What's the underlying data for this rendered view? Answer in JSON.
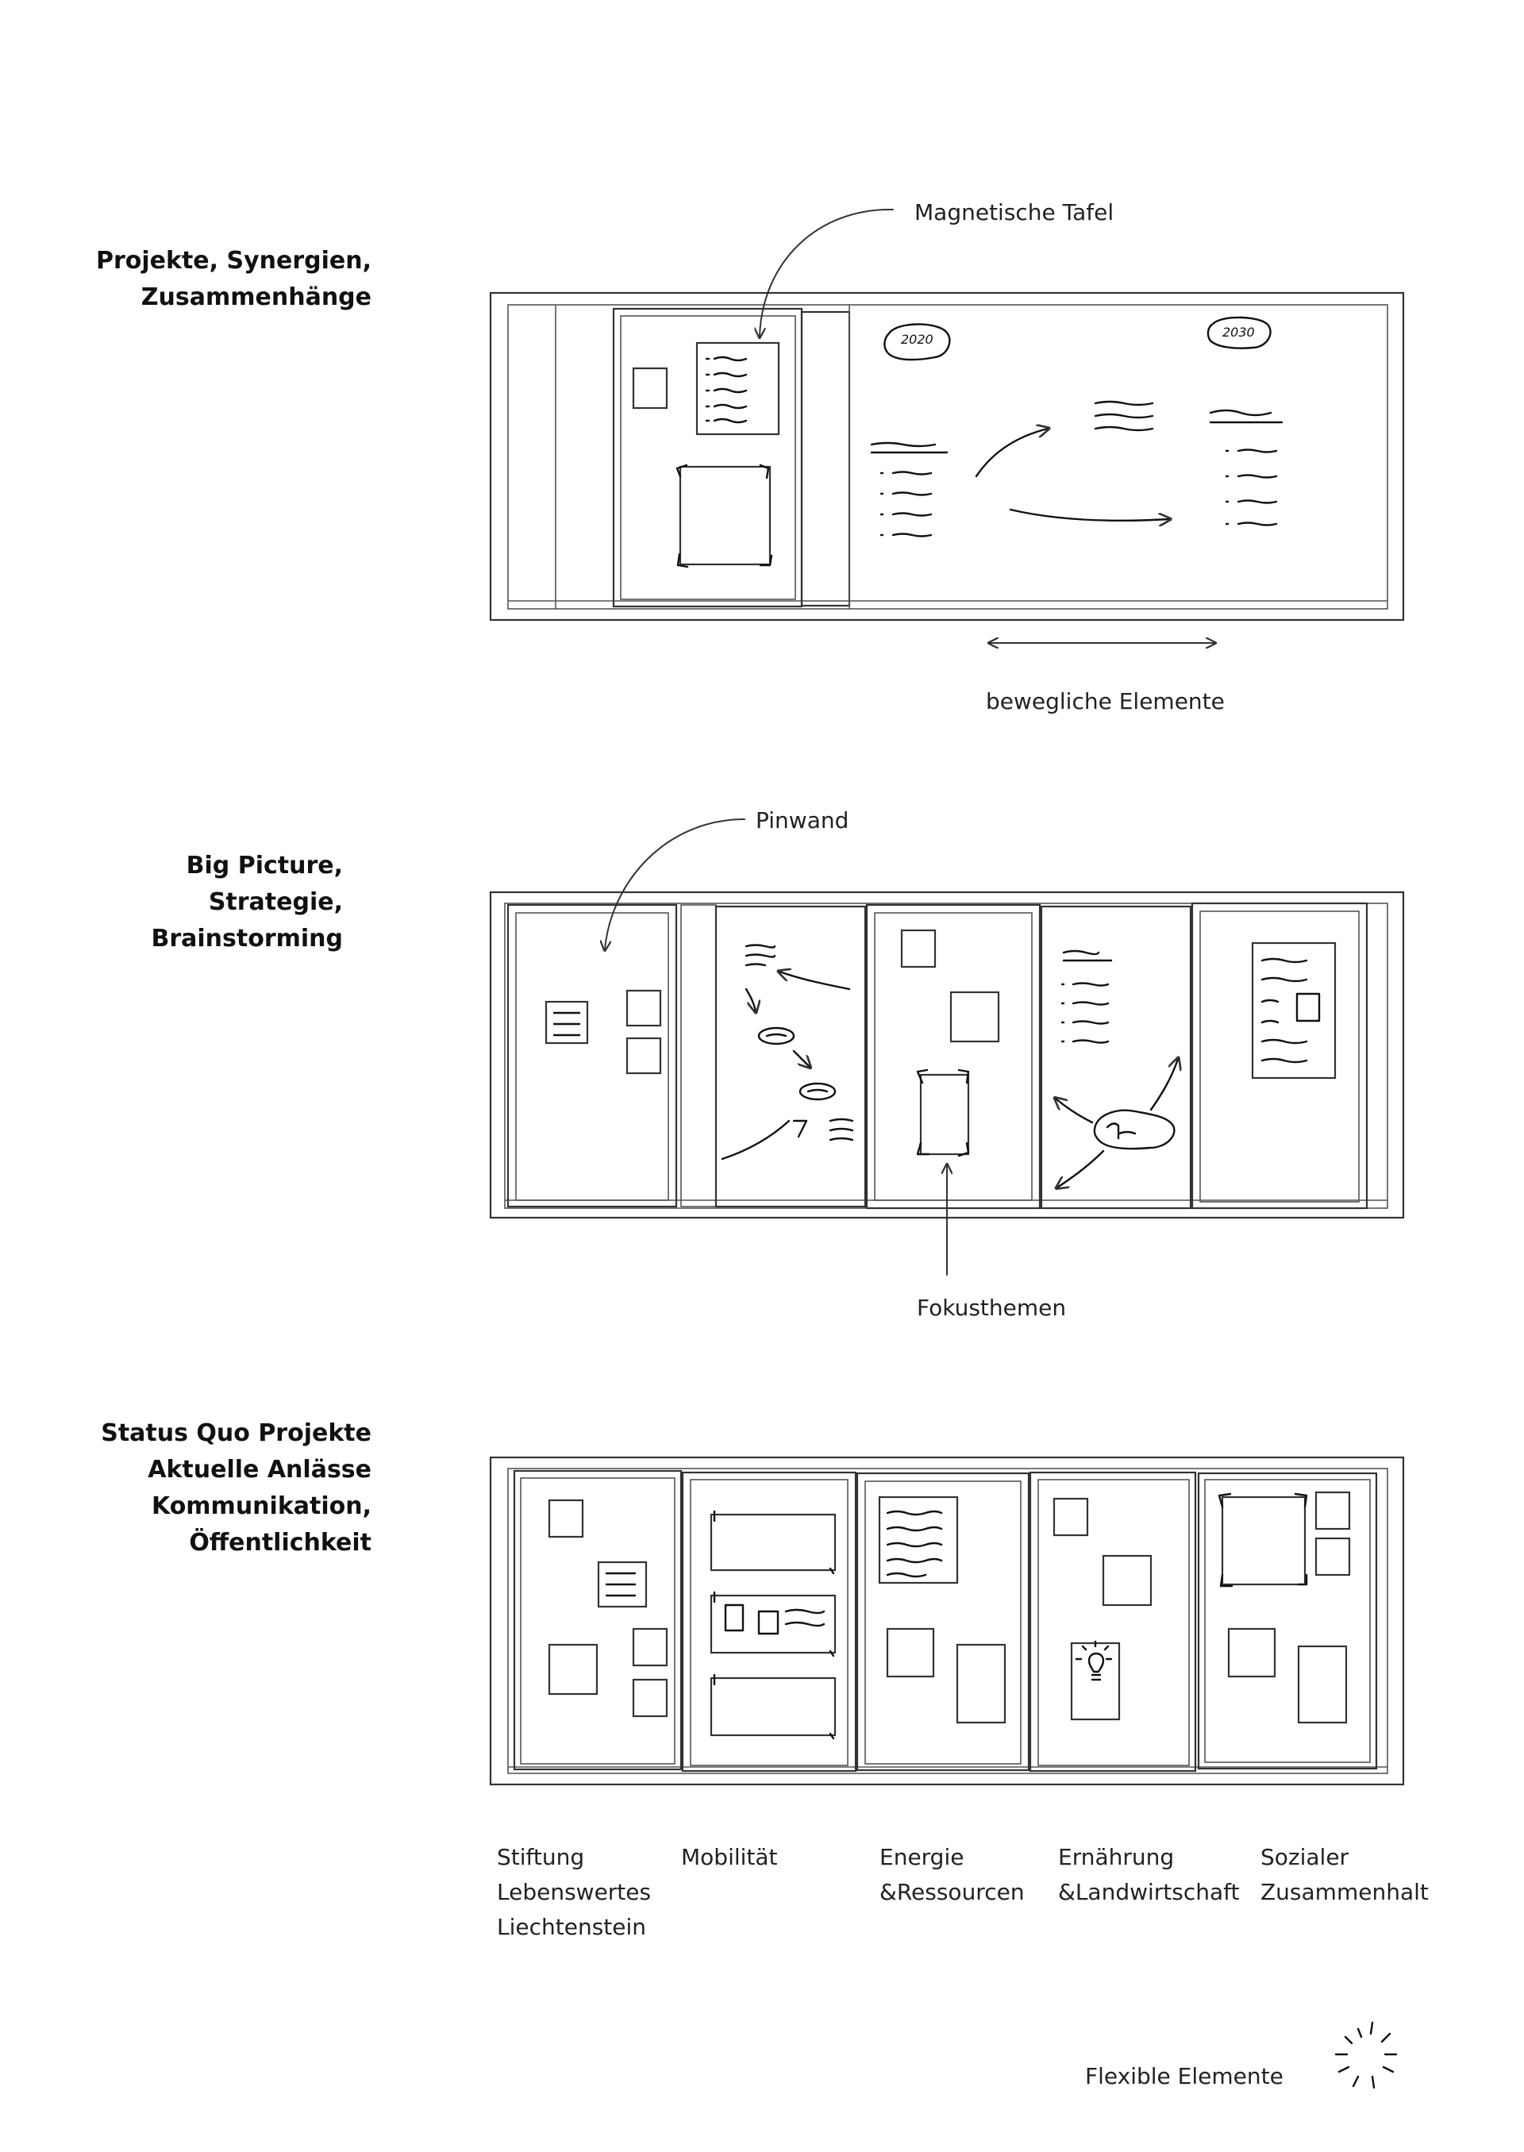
{
  "sections": [
    {
      "heading": [
        "Projekte, Synergien,",
        "Zusammenhänge"
      ],
      "callouts": {
        "top": "Magnetische Tafel",
        "bottom": "bewegliche Elemente"
      },
      "bubbles": [
        "2020",
        "2030"
      ]
    },
    {
      "heading": [
        "Big Picture,",
        "Strategie,",
        "Brainstorming"
      ],
      "callouts": {
        "top": "Pinwand",
        "bottom": "Fokusthemen"
      }
    },
    {
      "heading": [
        "Status Quo Projekte",
        "Aktuelle Anlässe",
        "Kommunikation,",
        "Öffentlichkeit"
      ],
      "panel_labels": [
        [
          "Stiftung",
          "Lebenswertes",
          "Liechtenstein"
        ],
        [
          "Mobilität"
        ],
        [
          "Energie",
          "&Ressourcen"
        ],
        [
          "Ernährung",
          "&Landwirtschaft"
        ],
        [
          "Sozialer",
          "Zusammenhalt"
        ]
      ]
    }
  ],
  "footer": {
    "label": "Flexible Elemente",
    "icon": "sparkle-icon"
  }
}
